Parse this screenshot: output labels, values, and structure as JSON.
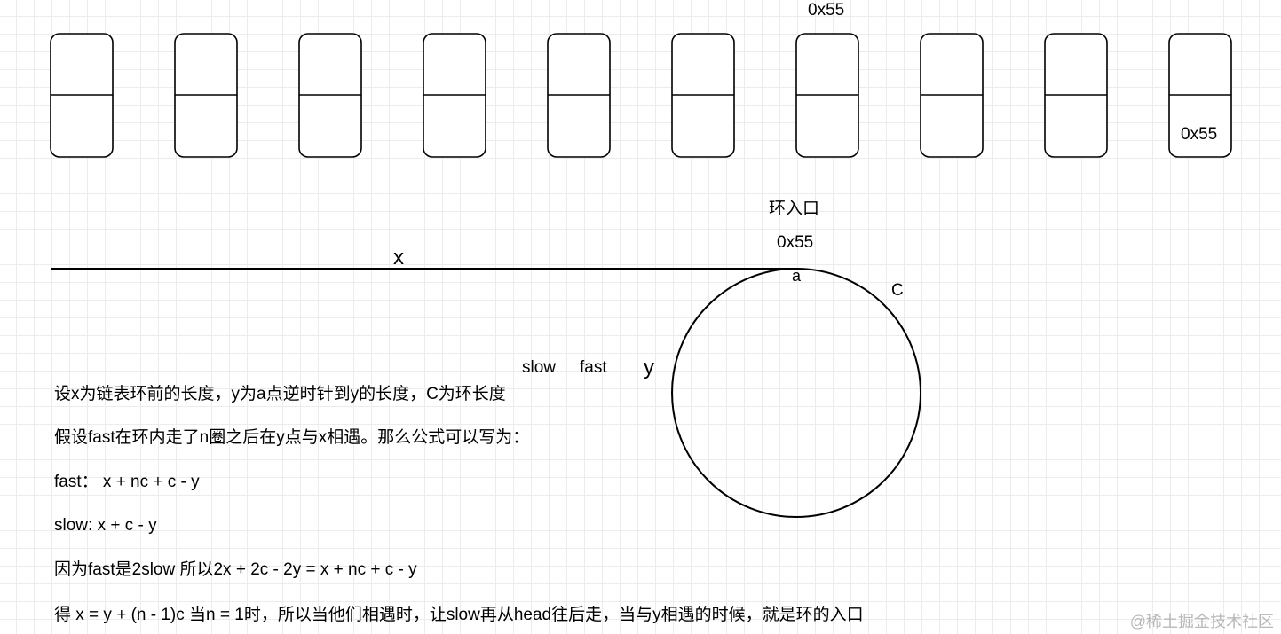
{
  "labels": {
    "top_address": "0x55",
    "last_node_address": "0x55",
    "entry_label": "环入口",
    "entry_address": "0x55",
    "x_label": "x",
    "a_label": "a",
    "c_label": "C",
    "slow_label": "slow",
    "fast_label": "fast",
    "y_label": "y"
  },
  "text_lines": [
    "设x为链表环前的长度，y为a点逆时针到y的长度，C为环长度",
    "假设fast在环内走了n圈之后在y点与x相遇。那么公式可以写为：",
    "fast：   x + nc + c - y",
    "slow:   x + c - y",
    "因为fast是2slow 所以2x + 2c - 2y = x + nc + c - y",
    "得 x = y + (n - 1)c 当n = 1时，所以当他们相遇时，让slow再从head往后走，当与y相遇的时候，就是环的入口"
  ],
  "watermark": "@稀土掘金技术社区",
  "nodes": {
    "count": 10
  },
  "colors": {
    "stroke": "#000000",
    "grid": "#ececec",
    "watermark": "#b8b8b8"
  }
}
